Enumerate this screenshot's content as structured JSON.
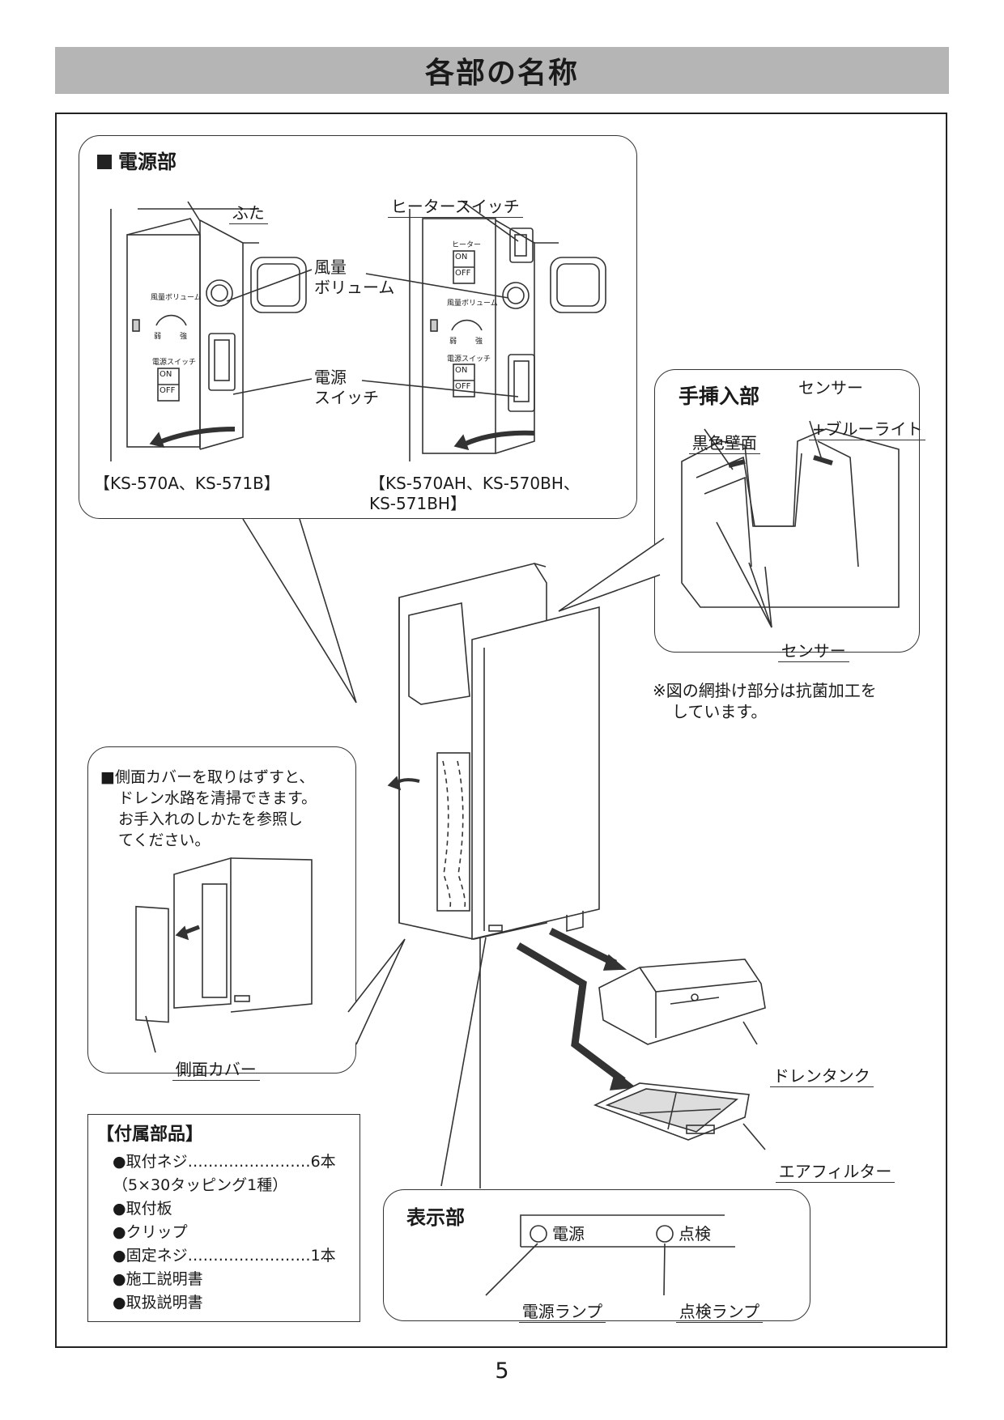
{
  "page": {
    "title": "各部の名称",
    "page_number": "5"
  },
  "power_section": {
    "heading": "電源部",
    "label_lid": "ふた",
    "label_heater_switch": "ヒータースイッチ",
    "label_volume_1": "風量",
    "label_volume_2": "ボリューム",
    "label_power_switch_1": "電源",
    "label_power_switch_2": "スイッチ",
    "model_left": "【KS-570A、KS-571B】",
    "model_right_1": "【KS-570AH、KS-570BH、",
    "model_right_2": "KS-571BH】",
    "panel_on": "ON",
    "panel_off": "OFF",
    "panel_heater": "ヒーター",
    "panel_volume": "風量ボリューム",
    "panel_weak": "弱",
    "panel_strong": "強",
    "panel_power_switch": "電源スイッチ"
  },
  "hand_insert_section": {
    "heading": "手挿入部",
    "label_black_wall": "黒色壁面",
    "label_sensor_light_1": "センサー",
    "label_sensor_light_2": "+ブルーライト",
    "label_sensor": "センサー",
    "note_1": "※図の網掛け部分は抗菌加工を",
    "note_2": "しています。"
  },
  "side_cover_section": {
    "note_1": "■側面カバーを取りはずすと、",
    "note_2": "ドレン水路を清掃できます。",
    "note_3": "お手入れのしかたを参照し",
    "note_4": "てください。",
    "label_side_cover": "側面カバー"
  },
  "parts": {
    "label_drain_tank": "ドレンタンク",
    "label_air_filter": "エアフィルター"
  },
  "display_section": {
    "heading": "表示部",
    "power": "電源",
    "check": "点検",
    "power_lamp": "電源ランプ",
    "check_lamp": "点検ランプ"
  },
  "accessories": {
    "heading": "【付属部品】",
    "items": [
      "●取付ネジ……………………6本",
      "（5×30タッピング1種）",
      "●取付板",
      "●クリップ",
      "●固定ネジ……………………1本",
      "●施工説明書",
      "●取扱説明書"
    ]
  }
}
